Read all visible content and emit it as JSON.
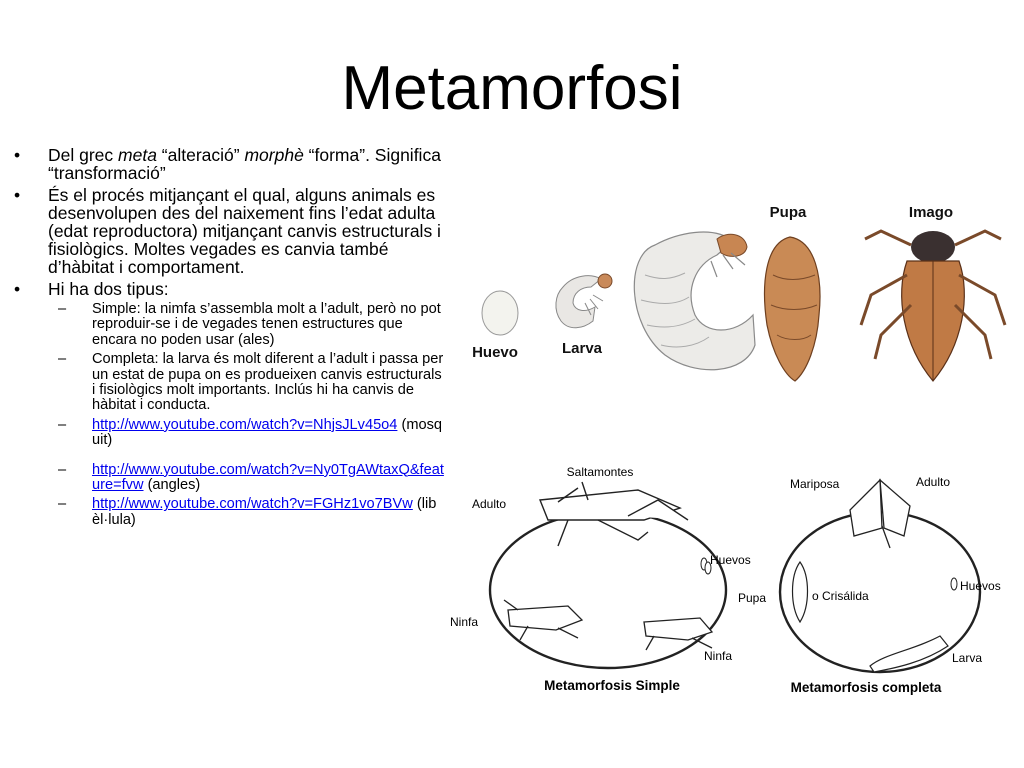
{
  "title": "Metamorfosi",
  "bullets": {
    "b1": {
      "a": "Del grec ",
      "meta": "meta",
      "b": " “alteració” ",
      "morphe": "morphè",
      "c": " “forma”. Significa “transformació”"
    },
    "b2": "És el procés mitjançant el qual, alguns animals es desenvolupen des del naixement fins l’edat adulta (edat reproductora) mitjançant canvis estructurals i fisiològics. Moltes vegades es canvia també d’hàbitat i comportament.",
    "b3": "Hi ha dos tipus:",
    "sub": {
      "simple": "Simple: la nimfa s’assembla molt a l’adult, però no pot reproduir-se i de vegades tenen estructures que encara no poden usar (ales)",
      "completa": "Completa: la larva és molt diferent a l’adult i passa per un estat de pupa on es produeixen canvis estructurals i fisiològics molt importants. Inclús hi ha canvis de hàbitat i conducta.",
      "link1": "http://www.youtube.com/watch?v=NhjsJLv45o4",
      "link1_note": " (mosquit)",
      "link2": "http://www.youtube.com/watch?v=Ny0TgAWtaxQ&feature=fvw",
      "link2_note": "  (angles)",
      "link3": "http://www.youtube.com/watch?v=FGHz1vo7BVw",
      "link3_note": " (libèl·lula)"
    }
  },
  "figure_top": {
    "pupa": "Pupa",
    "imago": "Imago",
    "huevo": "Huevo",
    "larva": "Larva"
  },
  "figure_simple": {
    "saltamontes": "Saltamontes",
    "adulto": "Adulto",
    "huevos": "Huevos",
    "ninfa_left": "Ninfa",
    "ninfa_right": "Ninfa",
    "caption": "Metamorfosis Simple"
  },
  "figure_complete": {
    "mariposa": "Mariposa",
    "adulto": "Adulto",
    "pupa": "Pupa",
    "crisalida": "o Crisálida",
    "huevos": "Huevos",
    "larva": "Larva",
    "caption": "Metamorfosis completa"
  }
}
